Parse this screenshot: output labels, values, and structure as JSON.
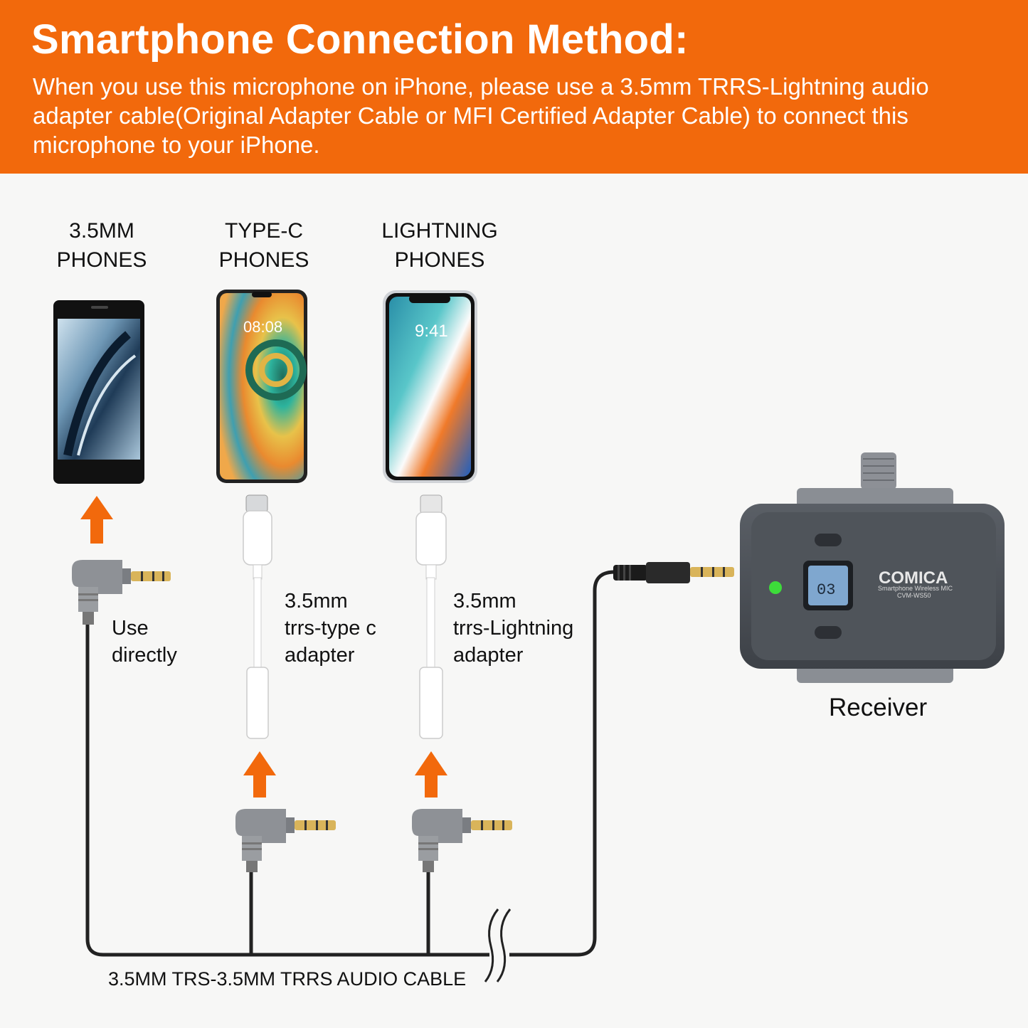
{
  "header": {
    "title": "Smartphone Connection Method:",
    "description": "When you use this microphone on iPhone, please use a 3.5mm TRRS-Lightning audio adapter cable(Original Adapter Cable or MFI Certified Adapter Cable) to connect this microphone to your iPhone."
  },
  "columns": [
    {
      "heading_line1": "3.5MM",
      "heading_line2": "PHONES",
      "note_line1": "Use",
      "note_line2": "directly"
    },
    {
      "heading_line1": "TYPE-C",
      "heading_line2": "PHONES",
      "note_line1": "3.5mm",
      "note_line2": "trrs-type c",
      "note_line3": "adapter",
      "screen_time": "08:08"
    },
    {
      "heading_line1": "LIGHTNING",
      "heading_line2": "PHONES",
      "note_line1": "3.5mm",
      "note_line2": "trrs-Lightning",
      "note_line3": "adapter",
      "screen_time": "9:41"
    }
  ],
  "receiver": {
    "label": "Receiver",
    "brand": "COMICA",
    "model_line1": "Smartphone Wireless MIC",
    "model_line2": "CVM-WS50",
    "display_channel": "03"
  },
  "cable": {
    "label": "3.5MM TRS-3.5MM TRRS AUDIO CABLE"
  },
  "colors": {
    "accent": "#f2690c",
    "background": "#f7f7f6",
    "cable": "#222222",
    "plug_gold": "#d9b45a",
    "led": "#3ddc3a"
  }
}
